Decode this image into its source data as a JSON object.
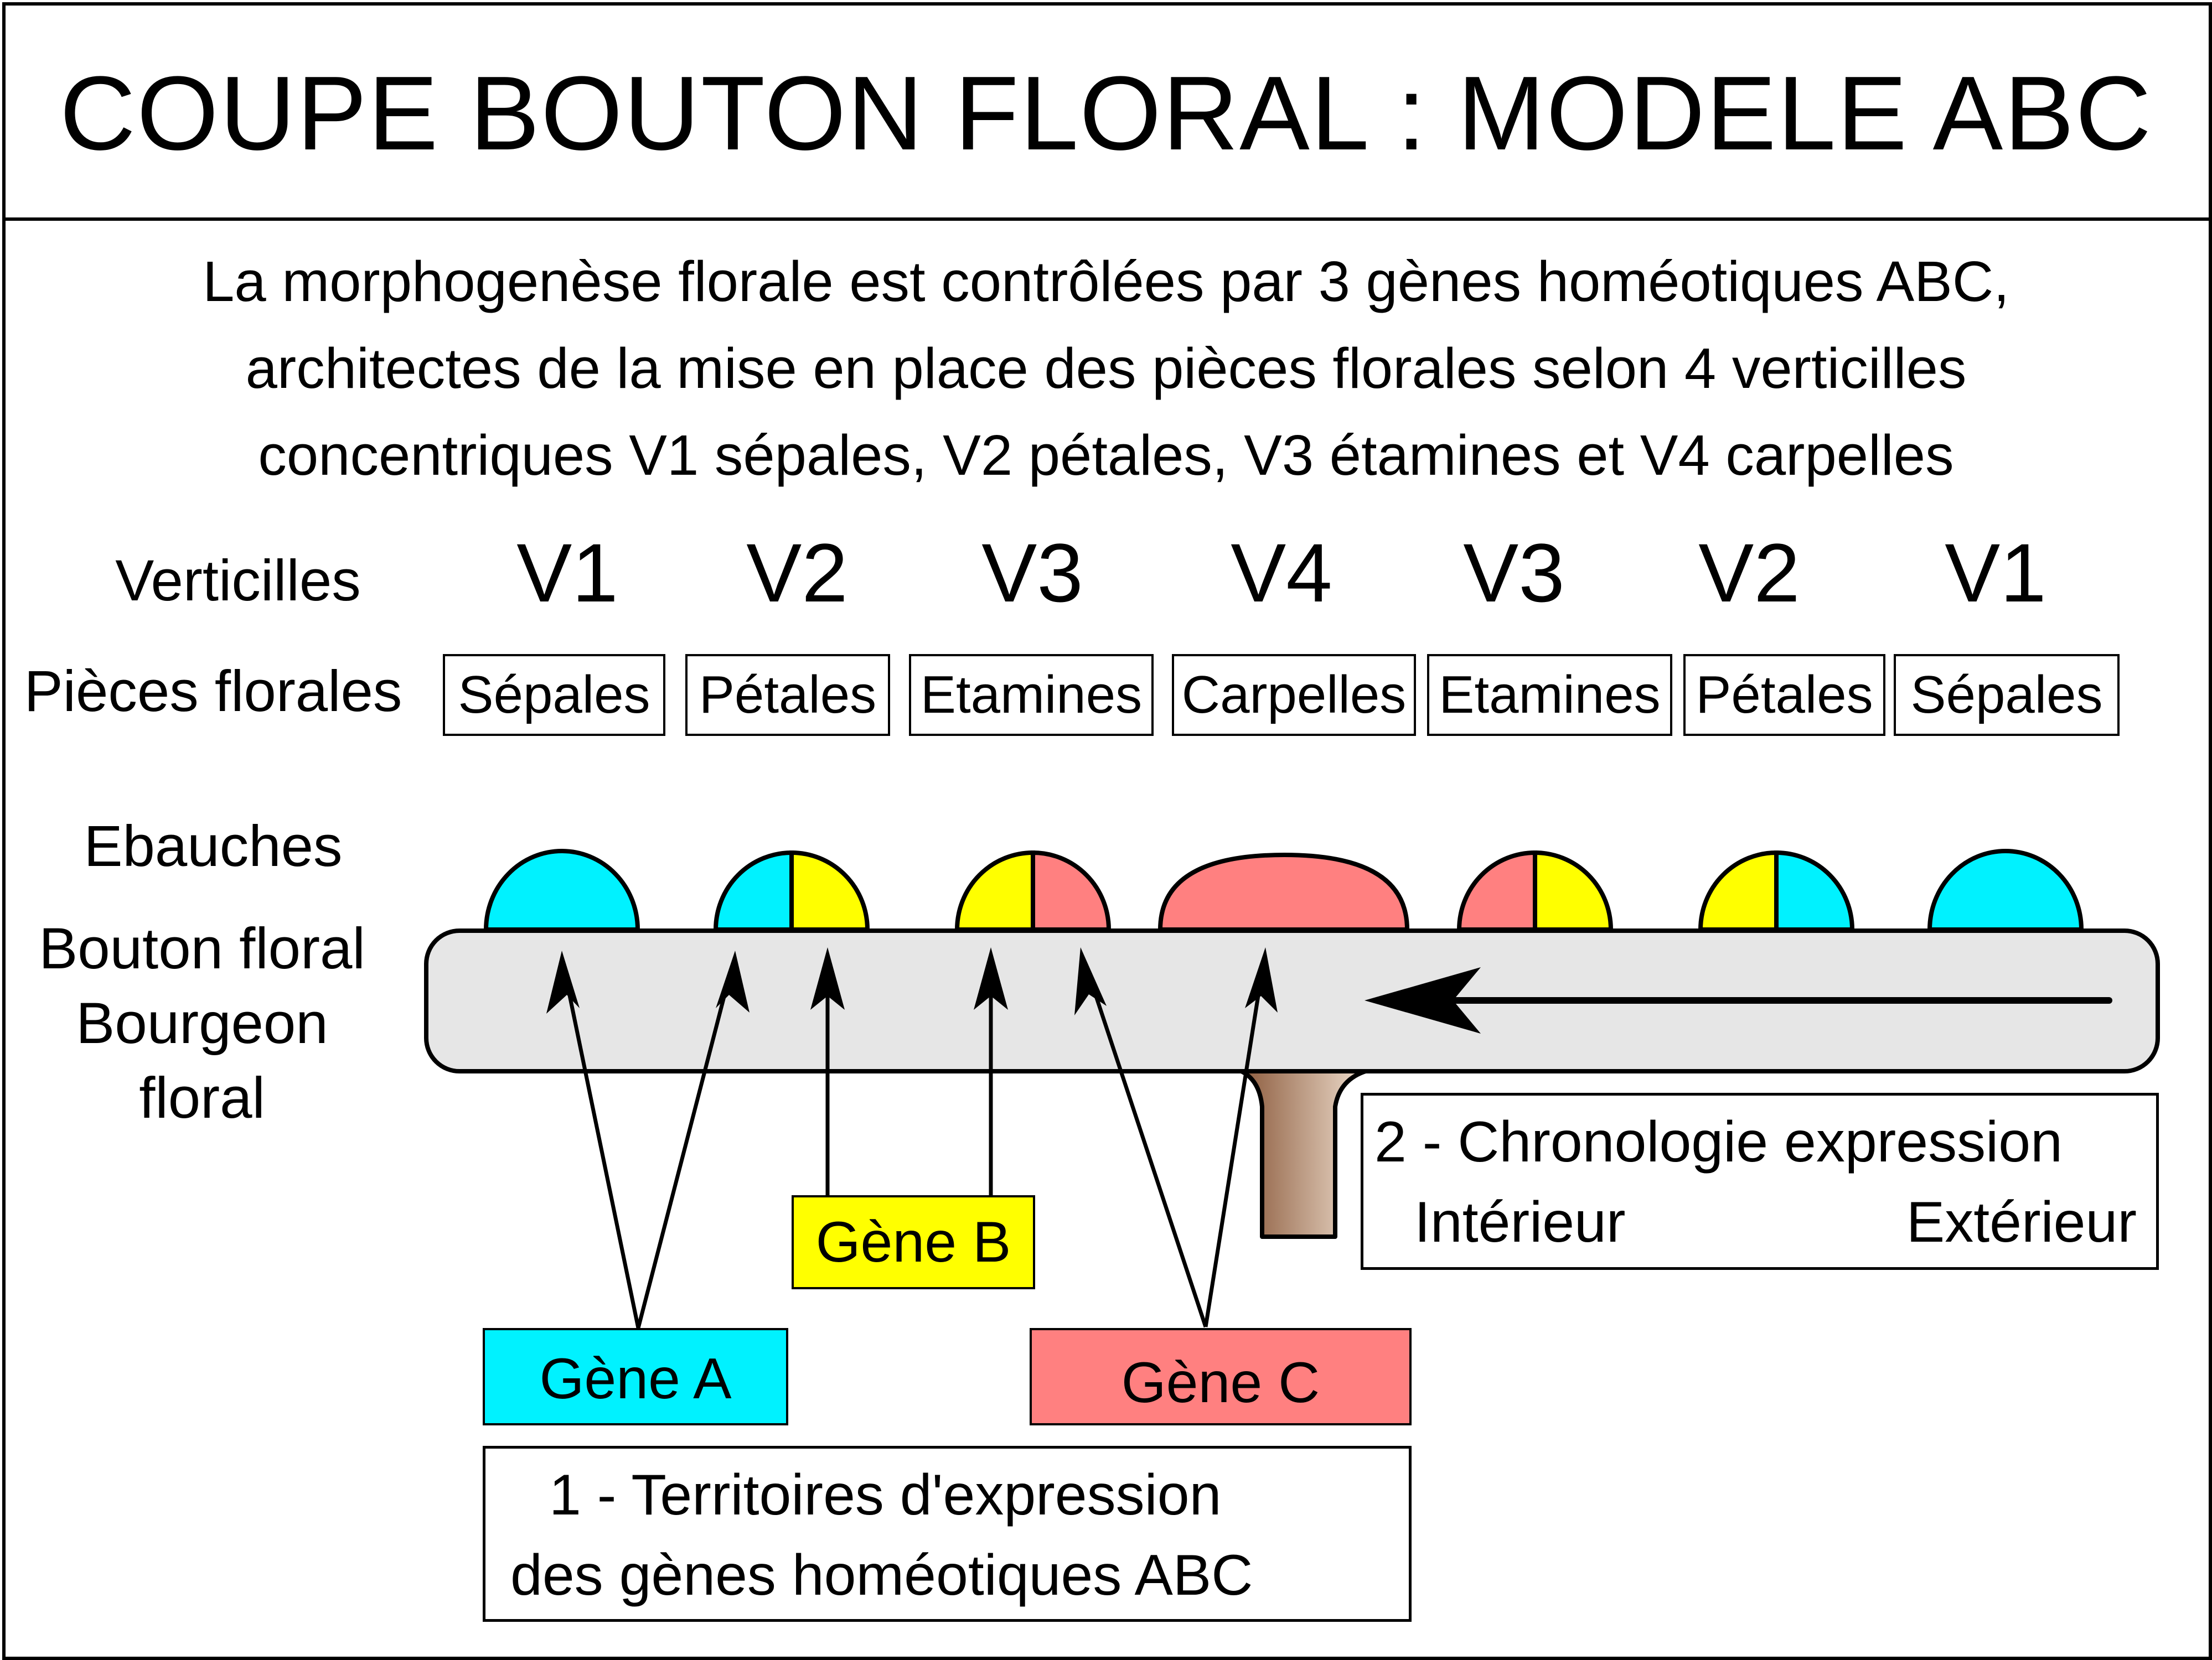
{
  "title": "COUPE BOUTON FLORAL : MODELE ABC",
  "intro": {
    "line1": "La morphogenèse florale est contrôlées par 3 gènes homéotiques ABC,",
    "line2": "architectes de la mise en place des pièces florales selon 4 verticilles",
    "line3": "concentriques V1 sépales, V2 pétales, V3 étamines et V4 carpelles"
  },
  "labels": {
    "verticilles": "Verticilles",
    "pieces": "Pièces florales",
    "ebauches": "Ebauches",
    "bouton": "Bouton floral",
    "bourgeon": "Bourgeon",
    "floral": "floral"
  },
  "verticilles": [
    "V1",
    "V2",
    "V3",
    "V4",
    "V3",
    "V2",
    "V1"
  ],
  "pieces": [
    "Sépales",
    "Pétales",
    "Etamines",
    "Carpelles",
    "Etamines",
    "Pétales",
    "Sépales"
  ],
  "genes": {
    "a": {
      "label": "Gène A",
      "color": "#00f2ff"
    },
    "b": {
      "label": "Gène B",
      "color": "#ffff00"
    },
    "c": {
      "label": "Gène C",
      "color": "#ff8080"
    }
  },
  "chronologie": {
    "title": "2 - Chronologie expression",
    "left": "Intérieur",
    "right": "Extérieur"
  },
  "territoires": {
    "line1": "1 - Territoires d'expression",
    "line2": "des gènes homéotiques ABC"
  },
  "colors": {
    "receptacle": "#e6e6e6",
    "stem_dark": "#8b5a3c",
    "stem_light": "#f0e0d0"
  }
}
